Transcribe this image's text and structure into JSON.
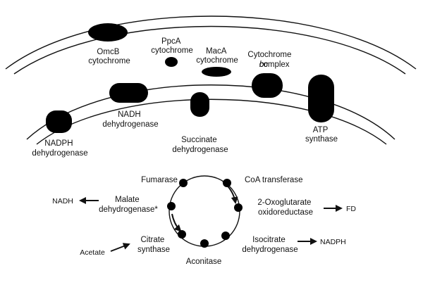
{
  "membrane_proteins": {
    "omcb": [
      "OmcB",
      "cytochrome"
    ],
    "ppca": [
      "PpcA",
      "cytochrome"
    ],
    "maca": [
      "MacA",
      "cytochrome"
    ],
    "bc_complex": [
      "Cytochrome",
      "bc",
      "complex"
    ],
    "nadh_dh": [
      "NADH",
      "dehydrogenase"
    ],
    "succinate_dh": [
      "Succinate",
      "dehydrogenase"
    ],
    "atp_synthase": [
      "ATP",
      "synthase"
    ],
    "nadph_dh": [
      "NADPH",
      "dehydrogenase"
    ]
  },
  "tca_cycle": {
    "fumarase": "Fumarase",
    "coa_transferase": "CoA transferase",
    "malate_dh": [
      "Malate",
      "dehydrogenase*"
    ],
    "oxoglutarate": [
      "2-Oxoglutarate",
      "oxidoreductase"
    ],
    "citrate_synthase": [
      "Citrate",
      "synthase"
    ],
    "isocitrate_dh": [
      "Isocitrate",
      "dehydrogenase"
    ],
    "aconitase": "Aconitase"
  },
  "metabolites": {
    "nadh": "NADH",
    "fd": "FD",
    "acetate": "Acetate",
    "nadph": "NADPH"
  }
}
